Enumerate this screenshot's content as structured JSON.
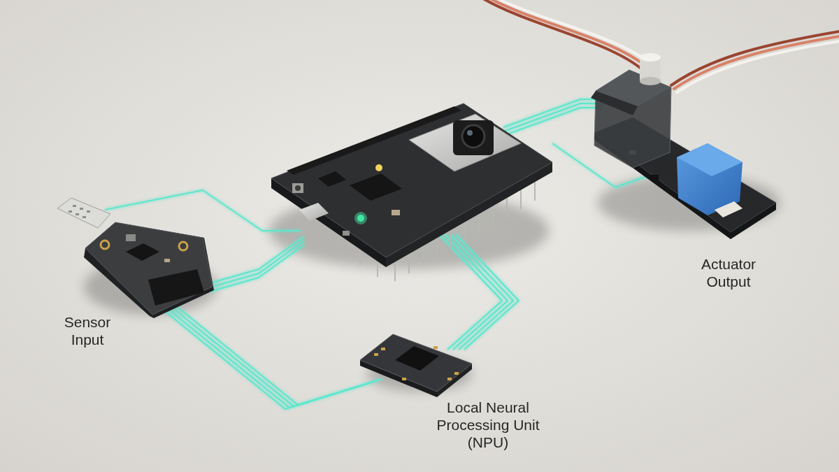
{
  "diagram": {
    "labels": [
      "Sensor Input",
      "Local Neural Processing Unit (NPU)",
      "Actuator Output"
    ]
  }
}
